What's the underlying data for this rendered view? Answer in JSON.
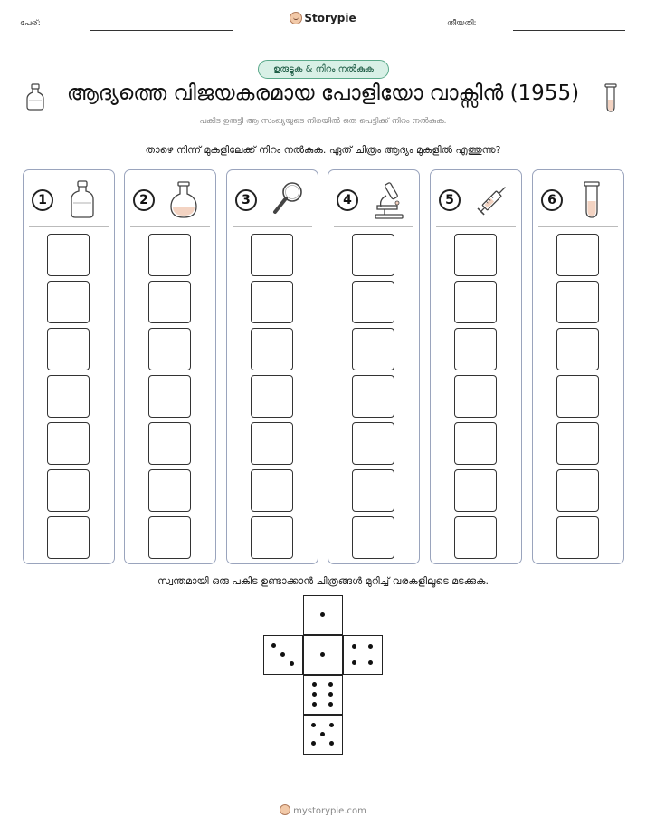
{
  "header": {
    "name_label": "പേര്:",
    "brand": "Storypie",
    "date_label": "തീയതി:"
  },
  "activity_badge": "ഉരുട്ടുക & നിറം നൽകുക",
  "title": "ആദ്യത്തെ വിജയകരമായ പോളിയോ വാക്സിൻ (1955)",
  "subtitle": "പകിട ഉരുട്ടി ആ സംഖ്യയുടെ നിരയിൽ ഒരു പെട്ടിക്ക് നിറം നൽകുക.",
  "instruction": "താഴെ നിന്ന് മുകളിലേക്ക് നിറം നൽകുക. ഏത് ചിത്രം ആദ്യം മുകളിൽ എത്തുന്നു?",
  "title_icons": [
    "bottle-icon",
    "test-tube-icon"
  ],
  "columns": [
    {
      "number": "1",
      "icon": "bottle-icon",
      "boxes": 7
    },
    {
      "number": "2",
      "icon": "flask-icon",
      "boxes": 7
    },
    {
      "number": "3",
      "icon": "magnifying-glass-icon",
      "boxes": 7
    },
    {
      "number": "4",
      "icon": "microscope-icon",
      "boxes": 7
    },
    {
      "number": "5",
      "icon": "syringe-icon",
      "boxes": 7
    },
    {
      "number": "6",
      "icon": "test-tube-icon",
      "boxes": 7
    }
  ],
  "fold_instruction": "സ്വന്തമായി ഒരു പകിട ഉണ്ടാക്കാൻ ചിത്രങ്ങൾ മുറിച്ച് വരകളിലൂടെ മടക്കുക.",
  "die_net": {
    "faces": [
      {
        "id": "top",
        "pips": 1
      },
      {
        "id": "left",
        "pips": 3
      },
      {
        "id": "center",
        "pips": 1
      },
      {
        "id": "right",
        "pips": 4
      },
      {
        "id": "below",
        "pips": 6
      },
      {
        "id": "bottom",
        "pips": 5
      }
    ]
  },
  "footer": "mystorypie.com",
  "colors": {
    "badge_bg": "#d8f0e6",
    "badge_border": "#5aa98a",
    "column_border": "#9aa4bd"
  }
}
